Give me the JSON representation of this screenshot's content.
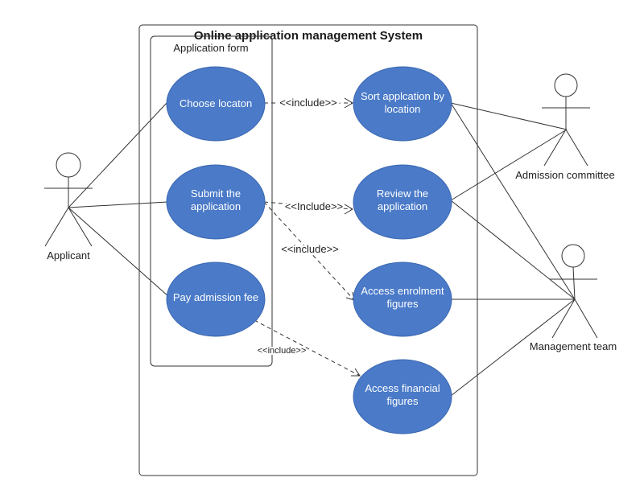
{
  "system": {
    "title": "Online application management System"
  },
  "form": {
    "title": "Application form"
  },
  "use_cases": {
    "choose_location": {
      "lines": [
        "Choose locaton"
      ]
    },
    "submit_application": {
      "lines": [
        "Submit the",
        "application"
      ]
    },
    "pay_fee": {
      "lines": [
        "Pay admission fee"
      ]
    },
    "sort_application": {
      "lines": [
        "Sort applcation by",
        "location"
      ]
    },
    "review_application": {
      "lines": [
        "Review the",
        "application"
      ]
    },
    "access_enrolment": {
      "lines": [
        "Access enrolment",
        "figures"
      ]
    },
    "access_financial": {
      "lines": [
        "Access financial",
        "figures"
      ]
    }
  },
  "actors": {
    "applicant": {
      "label": "Applicant"
    },
    "admission_committee": {
      "label": "Admission committee"
    },
    "management_team": {
      "label": "Management team"
    }
  },
  "relations": {
    "include_1": "<<include>>",
    "include_2": "<<Include>>",
    "include_3": "<<include>>",
    "include_4": "<<include>>"
  },
  "colors": {
    "use_case_fill": "#4a7ac8",
    "line": "#333333"
  }
}
